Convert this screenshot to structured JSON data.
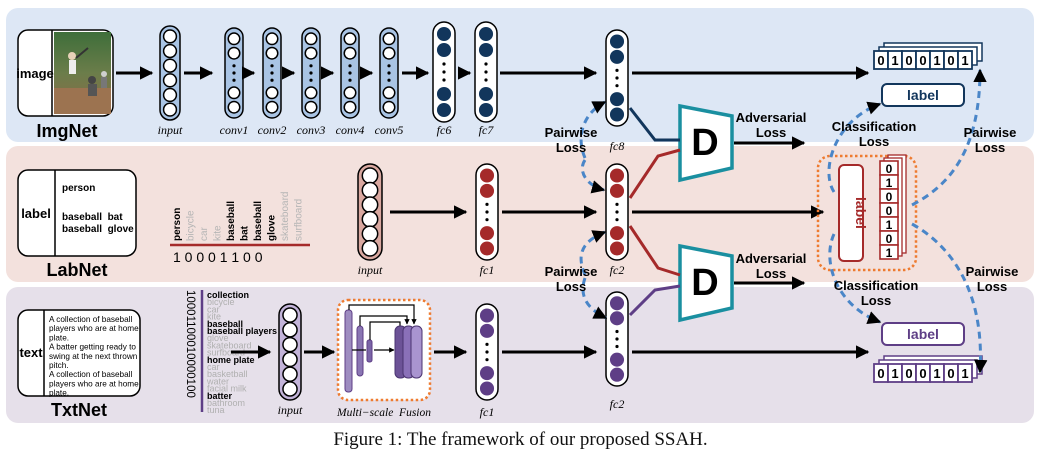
{
  "caption": "Figure 1: The framework of our proposed SSAH.",
  "imgnet": {
    "title": "ImgNet",
    "input_tag": "image",
    "layers": [
      "input",
      "conv1",
      "conv2",
      "conv3",
      "conv4",
      "conv5",
      "fc6",
      "fc7",
      "fc8"
    ],
    "code_bits": [
      "0",
      "1",
      "0",
      "0",
      "1",
      "0",
      "1"
    ],
    "label_box": "label"
  },
  "labnet": {
    "title": "LabNet",
    "input_tag": "label",
    "card_words": [
      "person",
      "baseball  bat",
      "baseball  glove"
    ],
    "vocab": [
      "person",
      "bicycle",
      "car",
      "kite",
      "baseball",
      "bat",
      "baseball",
      "glove",
      "skateboard",
      "surfboard"
    ],
    "vocab_active": [
      true,
      false,
      false,
      false,
      true,
      true,
      true,
      true,
      false,
      false
    ],
    "binary": "1 0 0 0 1 1 0 0",
    "layers": [
      "input",
      "fc1",
      "fc2"
    ],
    "label_vertical": "label",
    "code_bits_vertical": [
      "0",
      "1",
      "0",
      "0",
      "1",
      "0",
      "1"
    ]
  },
  "txtnet": {
    "title": "TxtNet",
    "input_tag": "text",
    "card_lines": [
      "A collection of baseball",
      "players who are at home",
      "plate.",
      "A batter getting ready to",
      "swing at the next thrown",
      "pitch.",
      "A collection of baseball",
      "players who are at home",
      "plate."
    ],
    "binary_vertical": "10001100010000100",
    "bag_words": [
      {
        "w": "collection",
        "on": true
      },
      {
        "w": "bicycle",
        "on": false
      },
      {
        "w": "car",
        "on": false
      },
      {
        "w": "kite",
        "on": false
      },
      {
        "w": "baseball",
        "on": true
      },
      {
        "w": "baseball players",
        "on": true
      },
      {
        "w": "glove",
        "on": false
      },
      {
        "w": "skateboard",
        "on": false
      },
      {
        "w": "surfboard",
        "on": false
      },
      {
        "w": "home plate",
        "on": true
      },
      {
        "w": "car",
        "on": false
      },
      {
        "w": "basketball",
        "on": false
      },
      {
        "w": "water",
        "on": false
      },
      {
        "w": "facial milk",
        "on": false
      },
      {
        "w": "batter",
        "on": true
      },
      {
        "w": "bathroom",
        "on": false
      },
      {
        "w": "tuna",
        "on": false
      }
    ],
    "layers": [
      "input",
      "fc1",
      "fc2"
    ],
    "fusion_label": "Multi−scale  Fusion",
    "code_bits": [
      "0",
      "1",
      "0",
      "0",
      "1",
      "0",
      "1"
    ],
    "label_box": "label"
  },
  "discriminator": "D",
  "annotations": {
    "pairwise_loss_1": [
      "Pairwise",
      "Loss"
    ],
    "pairwise_loss_2": [
      "Pairwise",
      "Loss"
    ],
    "pairwise_loss_right_top": [
      "Pairwise",
      "Loss"
    ],
    "pairwise_loss_right_bottom": [
      "Pairwise",
      "Loss"
    ],
    "adversarial_loss_1": [
      "Adversarial",
      "Loss"
    ],
    "adversarial_loss_2": [
      "Adversarial",
      "Loss"
    ],
    "classification_loss_1": [
      "Classification",
      "Loss"
    ],
    "classification_loss_2": [
      "Classification",
      "Loss"
    ]
  },
  "colors": {
    "img_bg": "#dde7f5",
    "lab_bg": "#f3e1dd",
    "txt_bg": "#e6e0ea",
    "img_node": "#12365c",
    "lab_node": "#a52a2a",
    "txt_node": "#5e3e86",
    "d_teal": "#1a8fa0",
    "dash_blue": "#4a86c8",
    "fusion_orange": "#ee7b30"
  }
}
